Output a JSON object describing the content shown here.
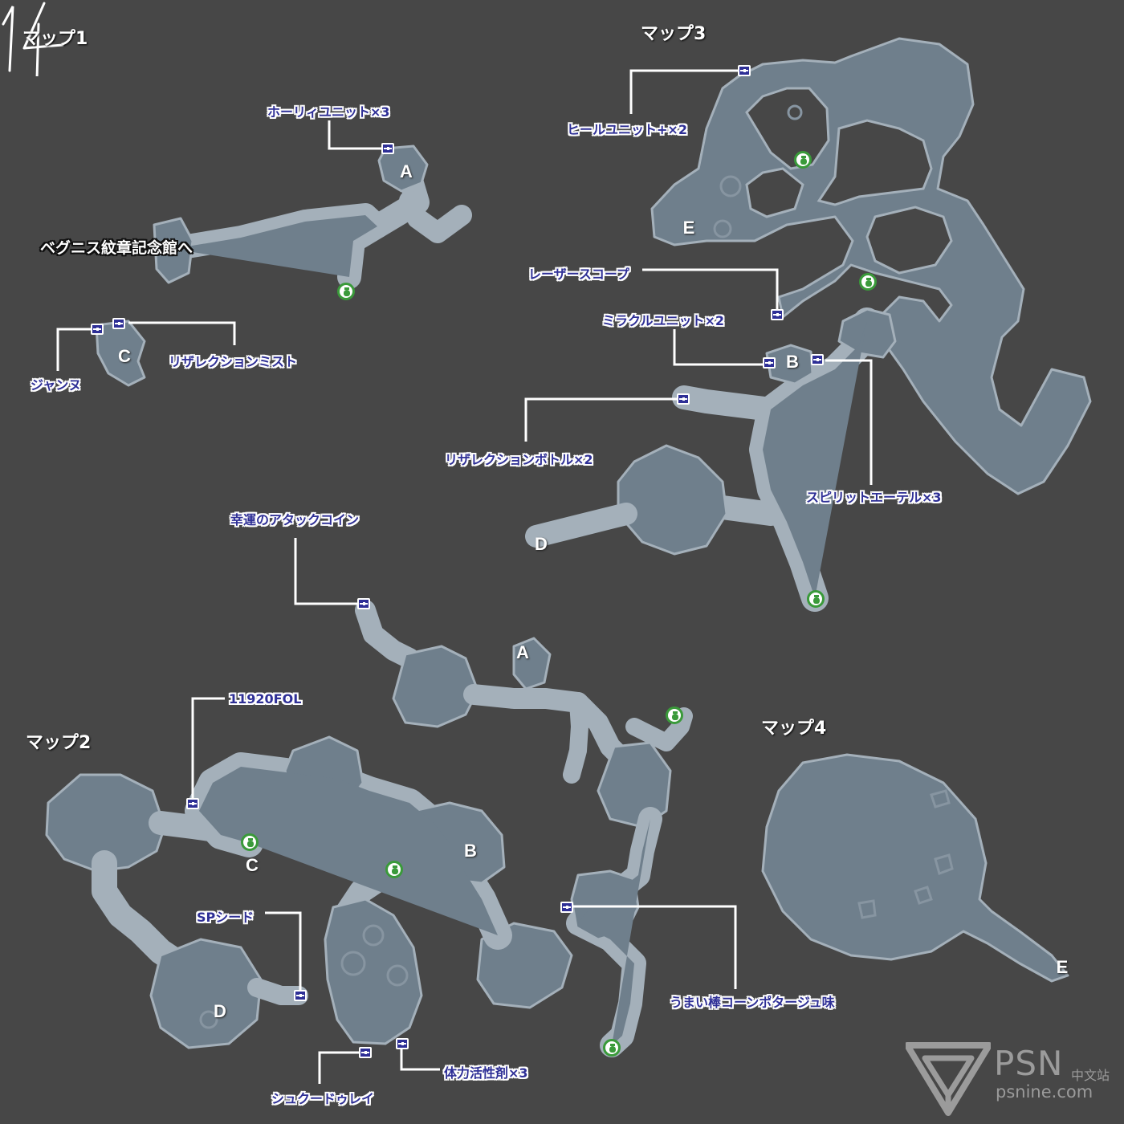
{
  "page_number": "14",
  "maps": {
    "map1": {
      "title": "マップ1",
      "destination": "ベグニス紋章記念館へ",
      "waypoints": {
        "A": "A",
        "C": "C"
      },
      "items": {
        "holy_unit": "ホーリィユニット×3",
        "jiansu": "ジャンヌ",
        "resurrection_mist": "リザレクションミスト"
      }
    },
    "map2": {
      "title": "マップ2",
      "waypoints": {
        "A": "A",
        "B": "B",
        "C": "C",
        "D": "D"
      },
      "items": {
        "attack_coin": "幸運のアタックコイン",
        "fol": "11920FOL",
        "sp_seed": "SPシード",
        "shukudouray": "シュクードゥレイ",
        "vitality": "体力活性剤×3",
        "umaibo": "うまい棒コーンポタージュ味"
      }
    },
    "map3": {
      "title": "マップ3",
      "waypoints": {
        "B": "B",
        "D": "D",
        "E": "E"
      },
      "items": {
        "heal_unit": "ヒールユニット+×2",
        "laser_scope": "レーザースコープ",
        "miracle_unit": "ミラクルユニット×2",
        "resurrection_bottle": "リザレクションボトル×2",
        "spirit_ether": "スピリットエーテル×3"
      }
    },
    "map4": {
      "title": "マップ4",
      "waypoints": {
        "E": "E"
      }
    }
  },
  "icons": {
    "chest": "treasure-chest-icon",
    "bag": "money-bag-icon"
  },
  "colors": {
    "background": "#474747",
    "cave_floor": "#6f7f8c",
    "cave_edge": "#a4b0ba",
    "item_label": "#2e2f96",
    "bag_green": "#3a9a3a"
  },
  "watermark": {
    "brand": "PSN",
    "brand_cn": "中文站",
    "url": "psnine.com"
  }
}
